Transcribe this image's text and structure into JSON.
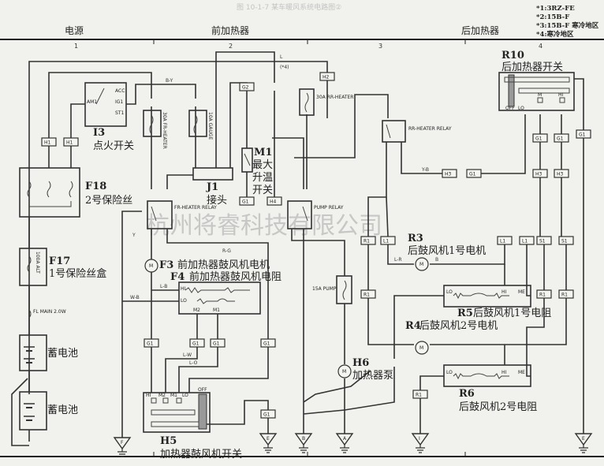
{
  "header": {
    "faint_title": "图 10-1-7 某车暖风系统电路图②",
    "sections": [
      "电源",
      "前加热器",
      "后加热器"
    ],
    "columns": [
      "1",
      "2",
      "3",
      "4"
    ],
    "legend": [
      "*1:3RZ-FE",
      "*2:15B-F",
      "*3:15B-F 寒冷地区",
      "*4:寒冷地区"
    ]
  },
  "watermark": "杭州将睿科技有限公司",
  "components": {
    "i3": {
      "id": "I3",
      "name": "点火开关",
      "terms": [
        "ACC",
        "IG1",
        "ST1",
        "AM1"
      ]
    },
    "f18": {
      "id": "F18",
      "name": "2号保险丝"
    },
    "f17": {
      "id": "F17",
      "name": "1号保险丝盒",
      "fuse": "100A ALT",
      "main": "FL MAIN 2.0W"
    },
    "battery1": {
      "name": "蓄电池"
    },
    "battery2": {
      "name": "蓄电池"
    },
    "j1": {
      "id": "J1",
      "name": "接头"
    },
    "m1": {
      "id": "M1",
      "name": [
        "最大",
        "升温",
        "开关"
      ]
    },
    "f3": {
      "id": "F3",
      "name": "前加热器鼓风机电机"
    },
    "f4": {
      "id": "F4",
      "name": "前加热器鼓风机电阻",
      "terms": [
        "HI",
        "LO",
        "M2",
        "M1"
      ]
    },
    "h5": {
      "id": "H5",
      "name": "加热器鼓风机开关",
      "terms": [
        "HI",
        "M2",
        "M1",
        "LO",
        "OFF"
      ]
    },
    "h6": {
      "id": "H6",
      "name": "加热器泵"
    },
    "r10": {
      "id": "R10",
      "name": "后加热器开关",
      "terms": [
        "OFF",
        "LO",
        "M",
        "HI"
      ]
    },
    "r3": {
      "id": "R3",
      "name": "后鼓风机1号电机"
    },
    "r4": {
      "id": "R4",
      "name": "后鼓风机2号电机"
    },
    "r5": {
      "id": "R5",
      "name": "后鼓风机1号电阻",
      "terms": [
        "LO",
        "HI",
        "ME"
      ]
    },
    "r6": {
      "id": "R6",
      "name": "后鼓风机2号电阻",
      "terms": [
        "LO",
        "HI",
        "ME"
      ]
    }
  },
  "fuses": [
    "30A FR-HEATER",
    "10A GAUGE",
    "30A RR-HEATER",
    "15A PUMP"
  ],
  "relays": [
    "FR-HEATER RELAY",
    "PUMP RELAY",
    "RR-HEATER RELAY"
  ],
  "connectors": [
    "H1",
    "H1",
    "G2",
    "G1",
    "H4",
    "H2",
    "H3",
    "G1",
    "G1",
    "G1",
    "G1",
    "H3",
    "H3",
    "L1",
    "L1",
    "S1",
    "S1",
    "R1",
    "L1",
    "R1",
    "R1",
    "R1",
    "G1",
    "G1",
    "G1",
    "G1",
    "G1",
    "R1"
  ],
  "wire_codes": [
    "B-Y",
    "L",
    "(*4)",
    "W-B",
    "L-B",
    "R-G",
    "L-W",
    "L-O",
    "Y-B",
    "L-R",
    "Y",
    "B"
  ],
  "grounds": [
    "F",
    "E",
    "B",
    "A",
    "I",
    "E"
  ]
}
